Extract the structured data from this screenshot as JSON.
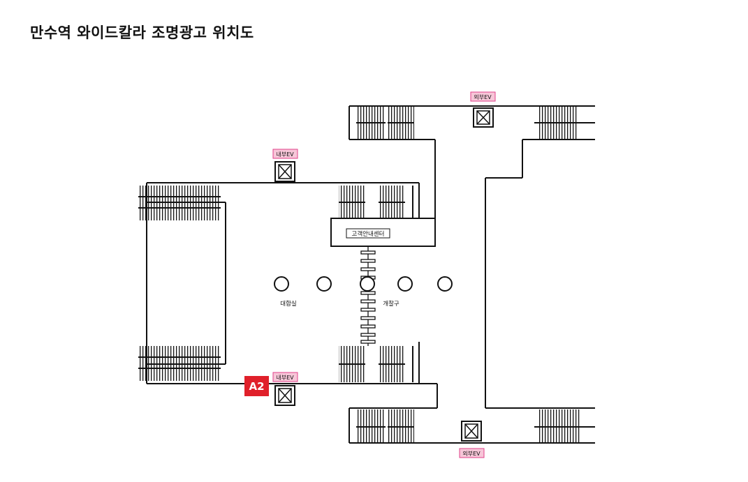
{
  "title": "만수역  와이드칼라 조명광고 위치도",
  "labels": {
    "customer_center": "고객안내센터",
    "waiting_room": "대합실",
    "ticket_gate": "개찰구"
  },
  "elevators": {
    "outer_top": "외부EV",
    "inner_top": "내부EV",
    "inner_bottom": "내부EV",
    "outer_bottom": "외부EV"
  },
  "ad_marker": "A2",
  "colors": {
    "ev_label_fill": "#f7c6d8",
    "ev_label_border": "#e0408a",
    "ad_marker": "#e0202a",
    "lines": "#111111"
  }
}
